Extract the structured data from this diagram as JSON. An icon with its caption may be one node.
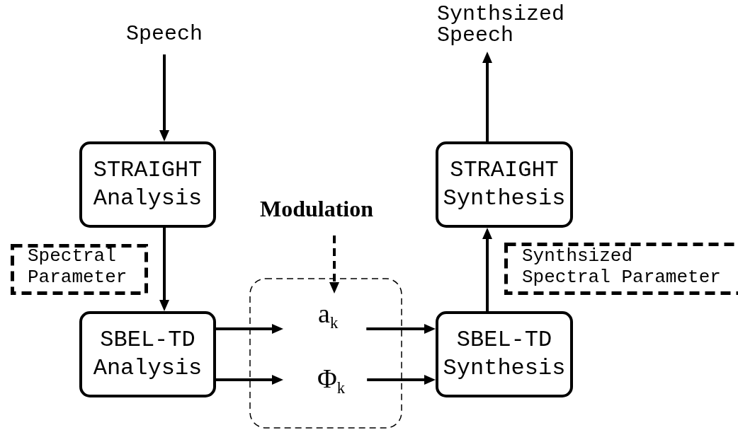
{
  "diagram": {
    "nodes": [
      {
        "text": [
          "Speech"
        ]
      },
      {
        "text": [
          "STRAIGHT Analysis"
        ]
      },
      {
        "text": [
          "Spectral Parameter"
        ]
      },
      {
        "text": [
          "SBEL-TD Analysis"
        ]
      },
      {
        "text": [
          "Modulation"
        ]
      },
      {
        "text": [],
        "shape": "box"
      },
      {
        "text": [
          "a$_{k}$"
        ],
        "in": 5
      },
      {
        "text": [
          "Φ$_{k}$"
        ],
        "in": 5
      },
      {
        "text": [
          "SBEL-TD Synthesis"
        ]
      },
      {
        "text": [
          "STRAIGHT Synthesis"
        ]
      },
      {
        "text": [
          "Synthsized Spectral Parameter"
        ]
      },
      {
        "text": [
          "Synthsized Speech"
        ]
      }
    ],
    "edges": [
      {
        "from": 0,
        "to": 1,
        "arrow": "to"
      },
      {
        "from": 1,
        "to": 3,
        "arrow": "to"
      },
      {
        "from": 3,
        "to": 6,
        "arrow": "to"
      },
      {
        "from": 3,
        "to": 7,
        "arrow": "to"
      },
      {
        "from": 4,
        "to": 6,
        "arrow": "to",
        "style": "dashed"
      },
      {
        "from": 6,
        "to": 8,
        "arrow": "to"
      },
      {
        "from": 7,
        "to": 8,
        "arrow": "to"
      },
      {
        "from": 8,
        "to": 9,
        "arrow": "to"
      },
      {
        "from": 9,
        "to": 11,
        "arrow": "to"
      }
    ]
  }
}
